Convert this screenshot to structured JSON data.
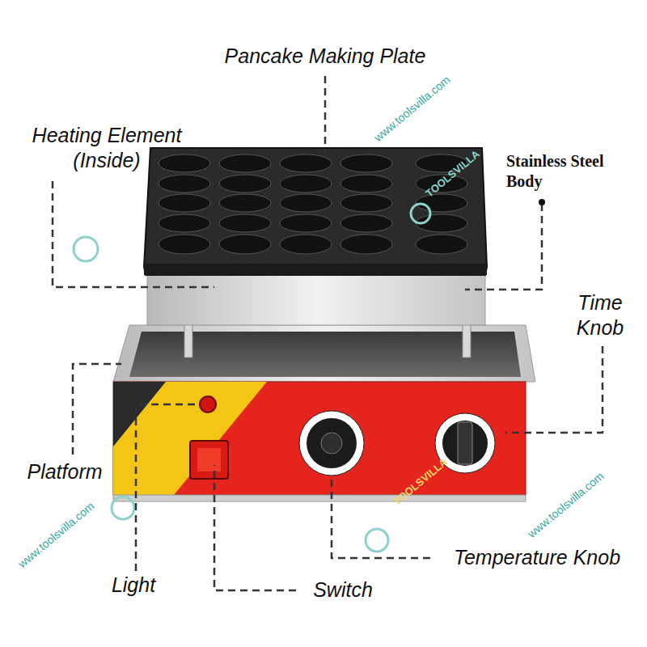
{
  "diagram": {
    "labels": [
      "Pancake Making Plate",
      "Heating Element (Inside)",
      "Stainless Steel Body",
      "Time Knob",
      "Platform",
      "Temperature Knob",
      "Light",
      "Switch",
      "www.toolsvilla.com",
      "www.toolsvilla.com",
      "www.toolsvilla.com",
      "TOOLSVILLA",
      "TOOLSVILLA"
    ]
  }
}
